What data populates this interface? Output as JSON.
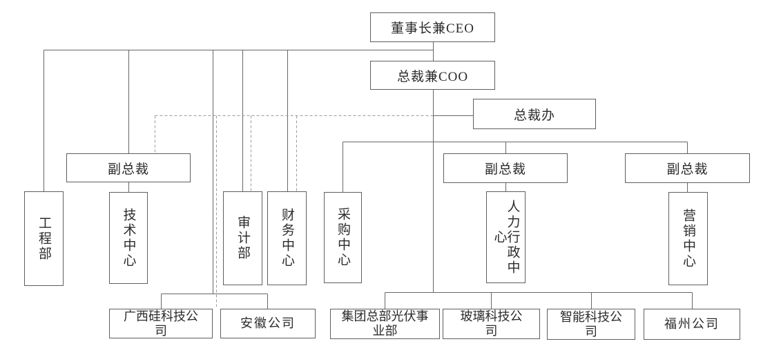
{
  "diagram": {
    "type": "org-chart",
    "nodes": {
      "ceo": "董事长兼CEO",
      "coo": "总裁兼COO",
      "office": "总裁办",
      "vp_left": "副总裁",
      "vp_mid": "副总裁",
      "vp_right": "副总裁",
      "engineering": "工程部",
      "tech_center": "技术中心",
      "audit": "审计部",
      "finance_center": "财务中心",
      "procurement_center": "采购中心",
      "hr_admin_center": "人力行政中心",
      "marketing_center": "营销中心",
      "guangxi_silicon": "广西硅科技公司",
      "anhui": "安徽公司",
      "hq_pv_division": "集团总部光伏事业部",
      "glass_tech": "玻璃科技公司",
      "smart_tech": "智能科技公司",
      "fuzhou": "福州公司"
    },
    "relations": {
      "solid": [
        "ceo->coo",
        "ceo->engineering",
        "ceo->vp_left",
        "ceo->audit",
        "ceo->finance_center",
        "ceo->guangxi_silicon",
        "ceo->anhui",
        "vp_left->tech_center",
        "coo->office",
        "coo->procurement_center",
        "coo->vp_mid",
        "coo->vp_right",
        "coo->hq_pv_division",
        "coo->glass_tech",
        "coo->smart_tech",
        "coo->fuzhou",
        "vp_mid->hr_admin_center",
        "vp_right->marketing_center"
      ],
      "dashed": [
        "office->vp_left",
        "office->audit",
        "office->finance_center",
        "office->guangxi_silicon",
        "office->anhui"
      ]
    },
    "colors": {
      "solid_line": "#666666",
      "dashed_line": "#9a9a9a",
      "box_border": "#5e5e5e",
      "text": "#2b2b2b",
      "background": "#ffffff"
    }
  }
}
